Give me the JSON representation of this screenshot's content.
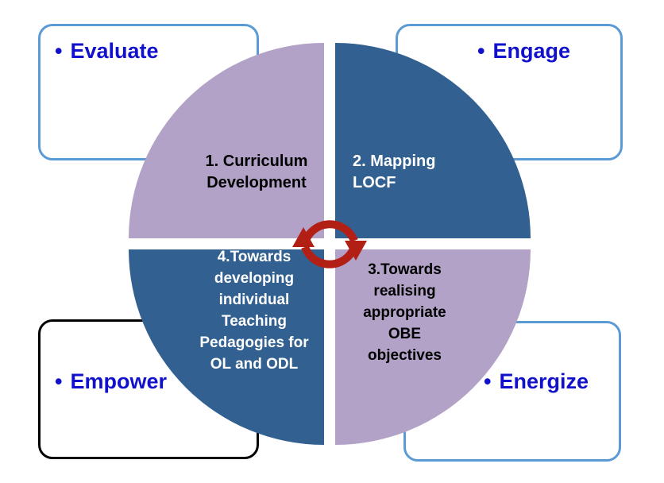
{
  "corner_boxes": {
    "evaluate": {
      "bullet": "•",
      "label": "Evaluate"
    },
    "engage": {
      "bullet": "•",
      "label": "Engage"
    },
    "empower": {
      "bullet": "•",
      "label": "Empower"
    },
    "energize": {
      "bullet": "•",
      "label": "Energize"
    }
  },
  "quadrants": {
    "q1": {
      "text": "1. Curriculum\nDevelopment"
    },
    "q2": {
      "text": "2. Mapping\nLOCF"
    },
    "q3": {
      "text": "3.Towards\nrealising\nappropriate\nOBE\nobjectives"
    },
    "q4": {
      "text": "4.Towards\ndeveloping\nindividual\nTeaching\nPedagogies for\nOL and ODL"
    }
  },
  "icons": {
    "center": "cycle-arrows-icon"
  },
  "colors": {
    "box_border_blue": "#5b9bd5",
    "box_border_black": "#000000",
    "corner_label_blue": "#1111cc",
    "quadrant_purple": "#b3a2c7",
    "quadrant_dark_blue": "#326191",
    "cycle_arrow_red": "#b22015"
  }
}
